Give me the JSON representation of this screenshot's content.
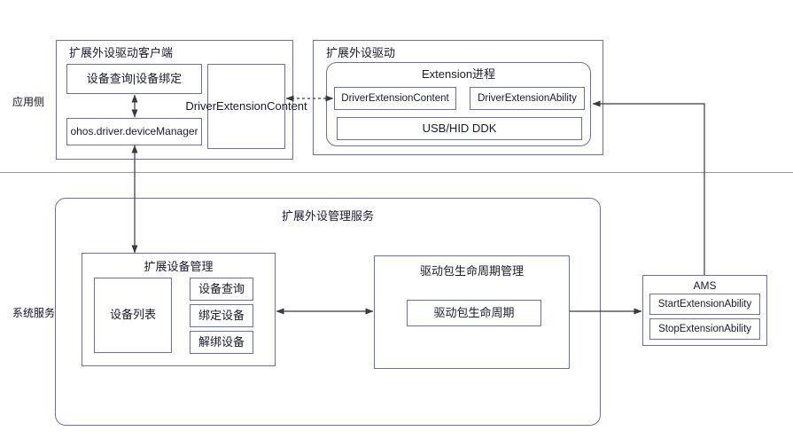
{
  "diagram": {
    "title_layers": {
      "app_side": "应用侧",
      "system_service": "系统服务"
    },
    "app_layer": {
      "client_group": {
        "title": "扩展外设驱动客户端",
        "boxes": {
          "device_query_bind": "设备查询|设备绑定",
          "device_manager": "ohos.driver.deviceManager",
          "driver_extension_content": "DriverExtensionContent"
        }
      },
      "driver_group": {
        "title": "扩展外设驱动",
        "extension_process": {
          "title": "Extension进程",
          "boxes": {
            "driver_extension_content": "DriverExtensionContent",
            "driver_extension_ability": "DriverExtensionAbility",
            "ddk": "USB/HID DDK"
          }
        }
      }
    },
    "service_layer": {
      "manager_service": {
        "title": "扩展外设管理服务",
        "device_mgmt": {
          "title": "扩展设备管理",
          "device_list": "设备列表",
          "actions": [
            "设备查询",
            "绑定设备",
            "解绑设备"
          ]
        },
        "lifecycle_mgmt": {
          "title": "驱动包生命周期管理",
          "lifecycle_box": "驱动包生命周期"
        }
      },
      "ams": {
        "title": "AMS",
        "items": [
          "StartExtensionAbility",
          "StopExtensionAbility"
        ]
      }
    },
    "colors": {
      "box_border": "#6b719b",
      "wire": "#3a3a3a",
      "divider": "#9a9a9a",
      "text": "#1a1a2e"
    }
  }
}
